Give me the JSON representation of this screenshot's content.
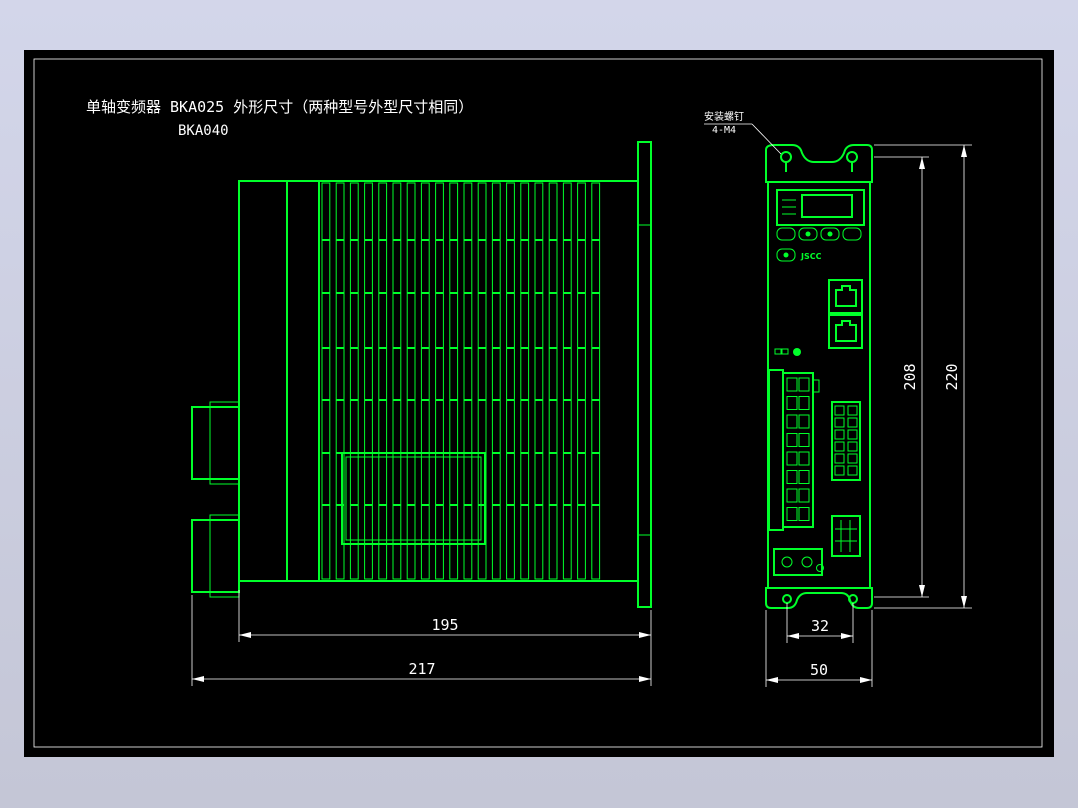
{
  "title": {
    "line1": "单轴变频器 BKA025 外形尺寸（两种型号外型尺寸相同）",
    "line2": "BKA040"
  },
  "annotation": {
    "line1": "安装螺钉",
    "line2": "4-M4"
  },
  "dimensions": {
    "d195": "195",
    "d217": "217",
    "d208": "208",
    "d220": "220",
    "d32": "32",
    "d50": "50"
  },
  "panel": {
    "brand": "JSCC"
  },
  "colors": {
    "outline": "#00ff2a",
    "text": "#ffffff",
    "background": "#000000"
  }
}
